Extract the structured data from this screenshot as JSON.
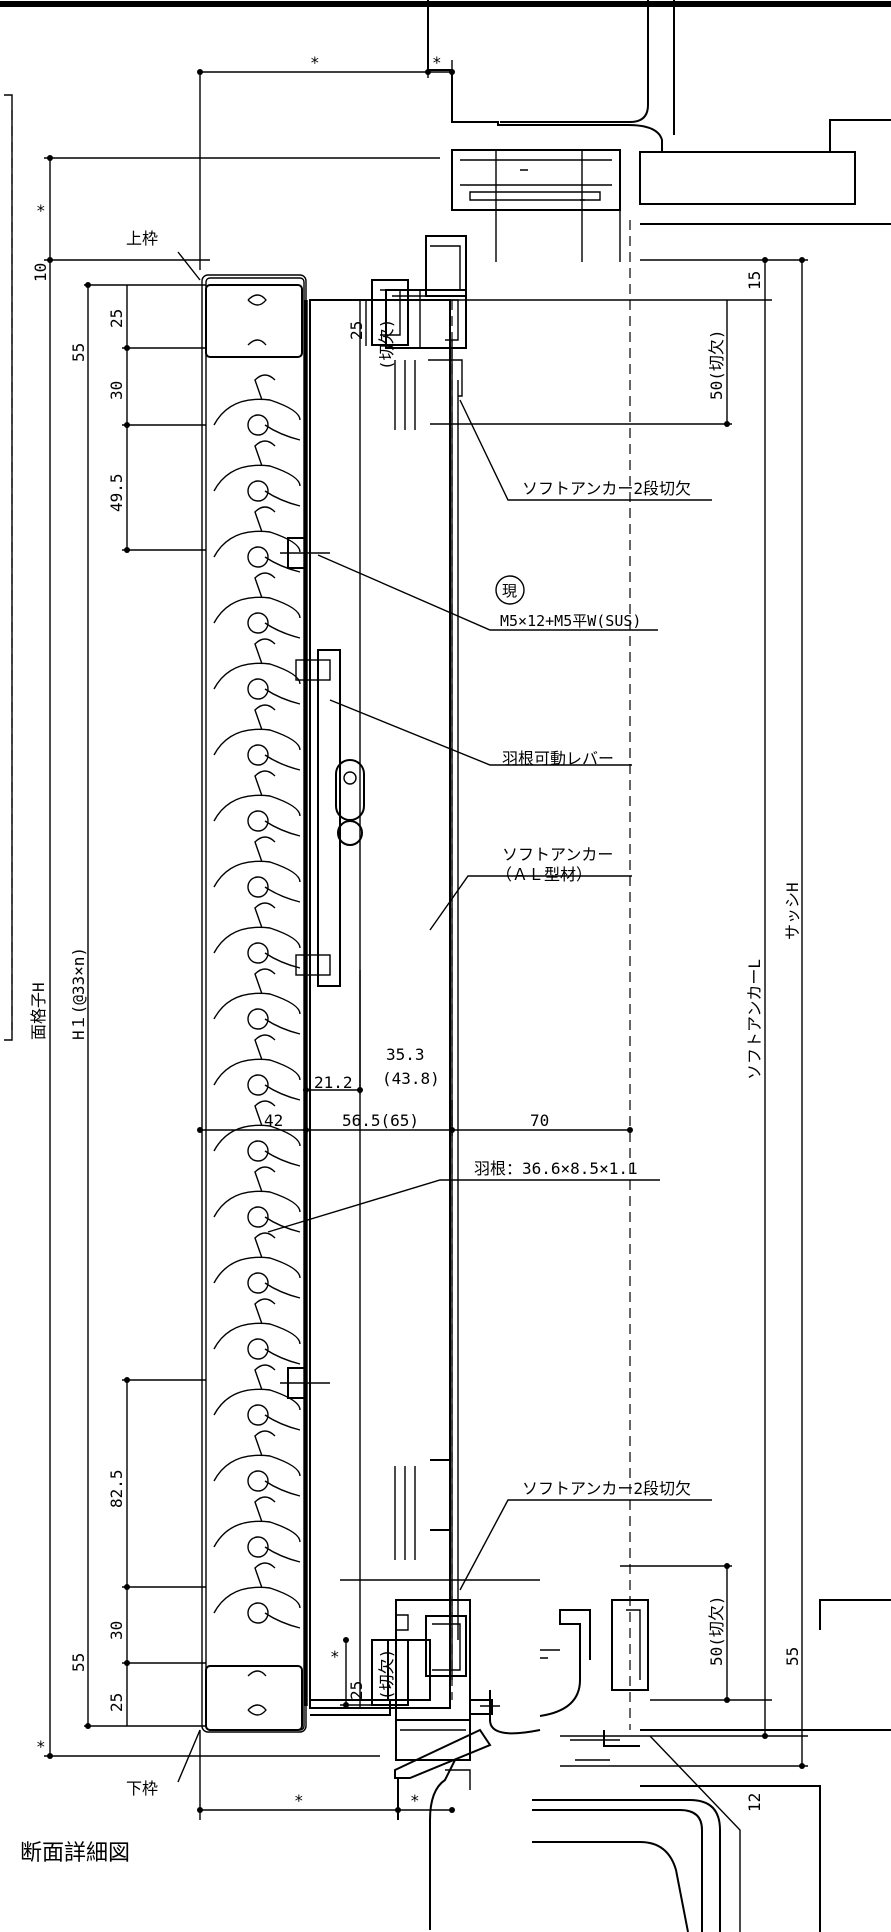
{
  "title": "断面詳細図",
  "labels": {
    "upper_frame": "上枠",
    "lower_frame": "下枠",
    "soft_anchor_notch_top": "ソフトアンカー2段切欠",
    "soft_anchor_notch_bottom": "ソフトアンカー2段切欠",
    "site_mark": "現",
    "screw_spec": "M5×12+M5平W(SUS)",
    "blade_lever": "羽根可動レバー",
    "soft_anchor": "ソフトアンカー",
    "soft_anchor_material": "（ＡＬ型材）",
    "blade_spec": "羽根：36.6×8.5×1.1",
    "facade_h": "面格子H",
    "h1": "H１(@33×n)",
    "soft_anchor_l": "ソフトアンカーL",
    "sash_h": "サッシH"
  },
  "dims": {
    "star": "*",
    "d10": "10",
    "d25": "25",
    "d30": "30",
    "d55": "55",
    "d49_5": "49.5",
    "d82_5": "82.5",
    "d15": "15",
    "d12": "12",
    "d50_notch": "50(切欠)",
    "d25_notch": "(切欠)",
    "d21_2": "21.2",
    "d35_3": "35.3",
    "d43_8": "(43.8)",
    "d42": "42",
    "d56_5": "56.5(65)",
    "d70": "70"
  },
  "colors": {
    "ink": "#000000",
    "paper": "#ffffff"
  }
}
